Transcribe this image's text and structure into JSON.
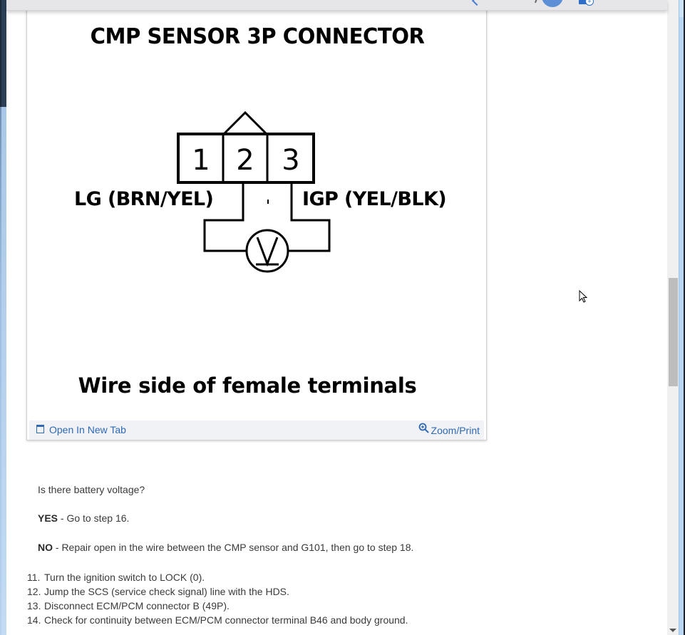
{
  "toolbar": {
    "icons": [
      "back-arrow-icon",
      "user-avatar-icon",
      "add-to-folder-icon"
    ]
  },
  "figure": {
    "title": "CMP SENSOR 3P CONNECTOR",
    "terminals": [
      "1",
      "2",
      "3"
    ],
    "label_left": "LG (BRN/YEL)",
    "label_right": "IGP (YEL/BLK)",
    "meter_symbol": "V",
    "caption": "Wire side of female terminals",
    "open_new_tab_label": "Open In New Tab",
    "zoom_print_label": "Zoom/Print"
  },
  "content": {
    "question": "Is there battery voltage?",
    "yes_label": "YES",
    "yes_text": " - Go to step 16.",
    "no_label": "NO",
    "no_text": " - Repair open in the wire between the CMP sensor and G101, then go to step 18."
  },
  "steps": [
    {
      "num": "11.",
      "text": "Turn the ignition switch to LOCK (0)."
    },
    {
      "num": "12.",
      "text": "Jump the SCS (service check signal) line with the HDS."
    },
    {
      "num": "13.",
      "text": "Disconnect ECM/PCM connector B (49P)."
    },
    {
      "num": "14.",
      "text": "Check for continuity between ECM/PCM connector terminal B46 and body ground."
    }
  ],
  "colors": {
    "link": "#2f69b3",
    "text": "#3a3a3a",
    "footer_bg": "#f1f2f6",
    "toolbar_bg": "#e6e6e8",
    "scroll_thumb": "#bdbdbd"
  }
}
